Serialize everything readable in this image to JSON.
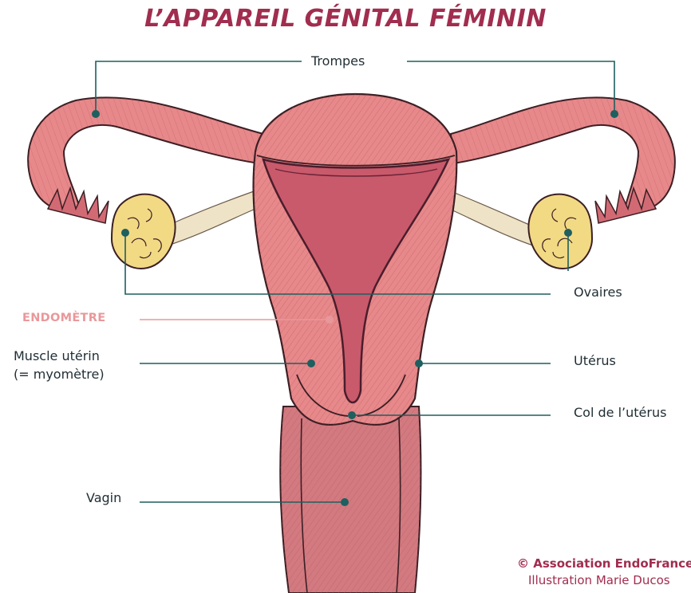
{
  "title": "L’APPAREIL GÉNITAL FÉMININ",
  "labels": {
    "trompes": "Trompes",
    "ovaires": "Ovaires",
    "endometre": "ENDOMÈTRE",
    "muscle_uterin_line1": "Muscle utérin",
    "muscle_uterin_line2": "(= myomètre)",
    "uterus": "Utérus",
    "col": "Col de l’utérus",
    "vagin": "Vagin"
  },
  "credit": {
    "line1": "© Association EndoFrance",
    "line2": "Illustration Marie Ducos"
  },
  "colors": {
    "title": "#a12d4f",
    "leader_line": "#1e5f5f",
    "endometre_accent": "#e8989b",
    "tissue": "#e7888a",
    "tissue_dark": "#c85a64",
    "ovary": "#f2d984",
    "cavity": "#c95a6b",
    "outline": "#3b1f24"
  }
}
